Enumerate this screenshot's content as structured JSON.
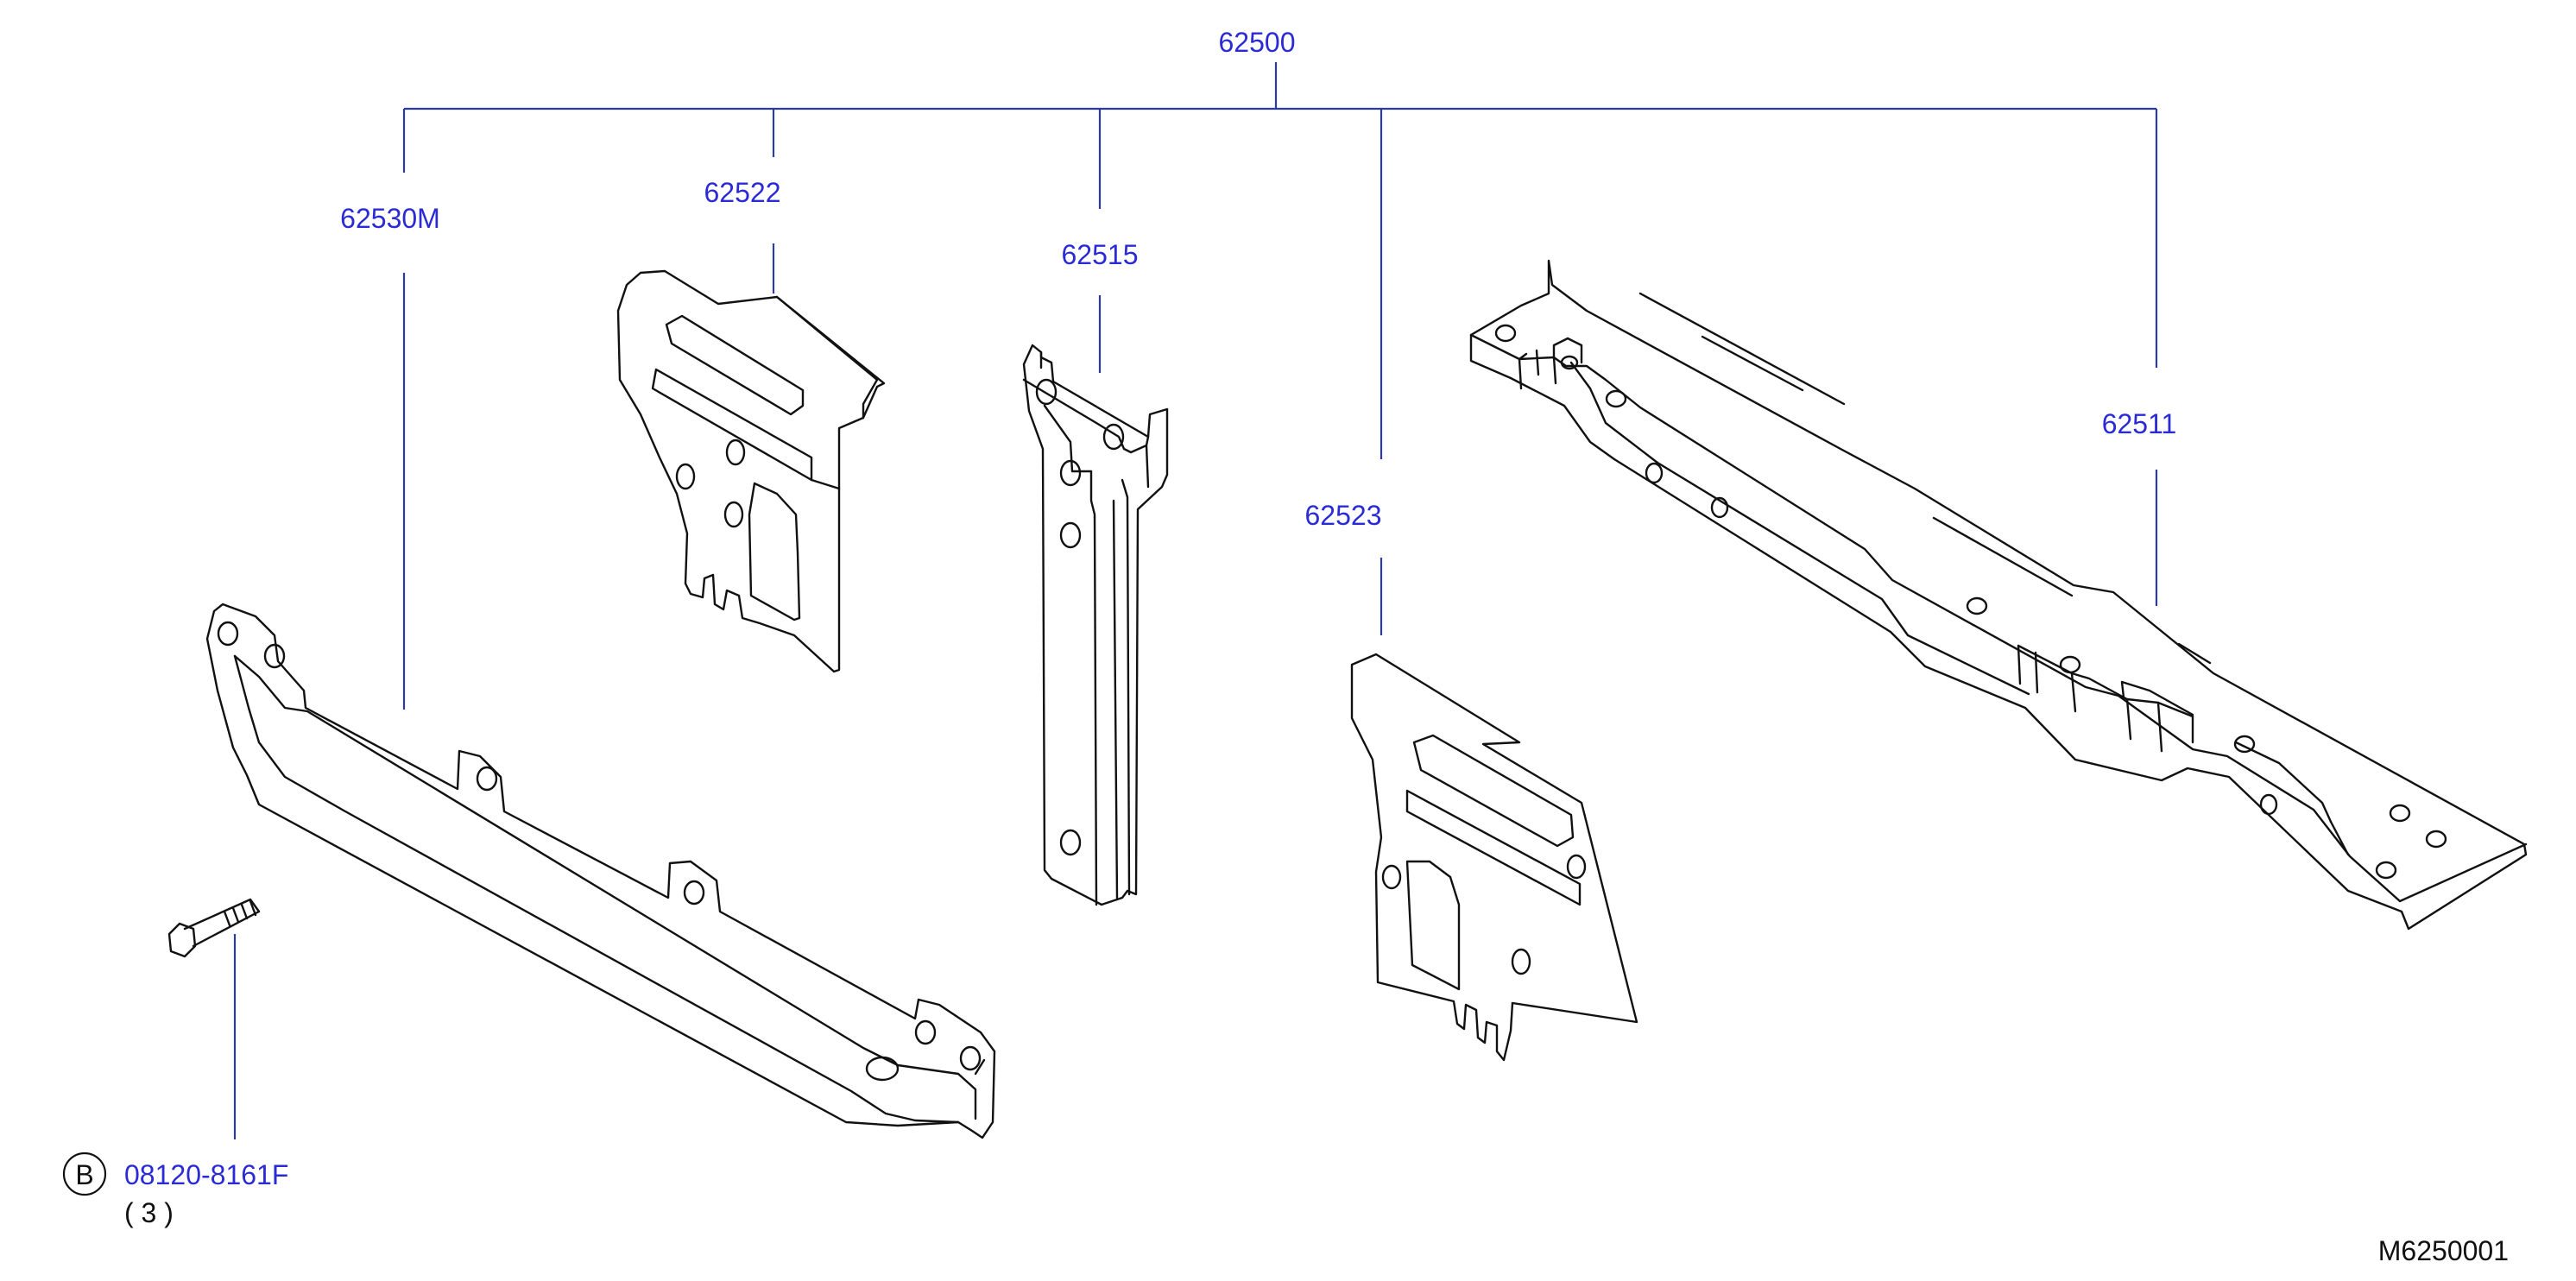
{
  "diagram": {
    "assembly_number": "62500",
    "parts": [
      {
        "id": "62530M"
      },
      {
        "id": "62522"
      },
      {
        "id": "62515"
      },
      {
        "id": "62523"
      },
      {
        "id": "62511"
      }
    ],
    "bolt": {
      "marker": "B",
      "part_number": "08120-8161F",
      "quantity": "( 3 )"
    },
    "figure_code": "M6250001"
  },
  "colors": {
    "label_blue": "#2b2bd6",
    "leader_blue": "#2b3aa8",
    "line_black": "#111111"
  }
}
